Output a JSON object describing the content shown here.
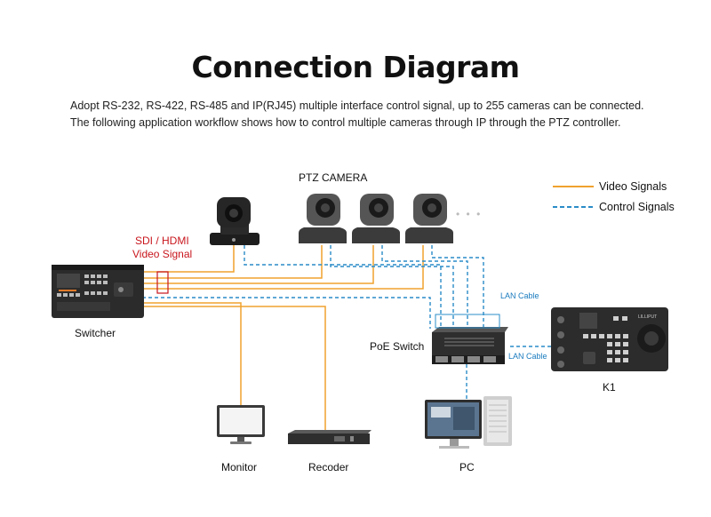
{
  "header": {
    "title": "Connection Diagram",
    "intro": "Adopt RS-232, RS-422, RS-485 and IP(RJ45) multiple interface control signal, up to 255 cameras can be connected. The following application workflow shows how to control multiple cameras through IP through the PTZ controller."
  },
  "legend": {
    "video": "Video Signals",
    "control": "Control Signals"
  },
  "labels": {
    "ptz_camera": "PTZ CAMERA",
    "sdi_hdmi": "SDI / HDMI",
    "video_signal": "Video Signal",
    "switcher": "Switcher",
    "poe_switch": "PoE Switch",
    "k1": "K1",
    "monitor": "Monitor",
    "recoder": "Recoder",
    "pc": "PC",
    "lan_cable_1": "LAN Cable",
    "lan_cable_2": "LAN Cable",
    "ellipsis": "• • •"
  },
  "colors": {
    "video": "#f0a22e",
    "control": "#2a8cc8",
    "red": "#c8161d"
  }
}
